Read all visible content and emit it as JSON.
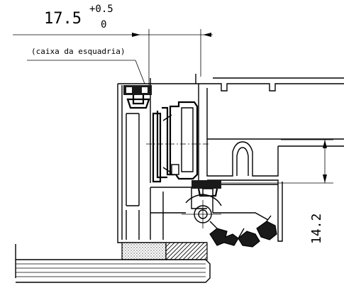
{
  "dimension_width": {
    "value": "17.5",
    "tolerance_upper": "+0.5",
    "tolerance_lower": "0",
    "note": "(caixa da esquadria)"
  },
  "dimension_height": {
    "value": "14.2"
  }
}
